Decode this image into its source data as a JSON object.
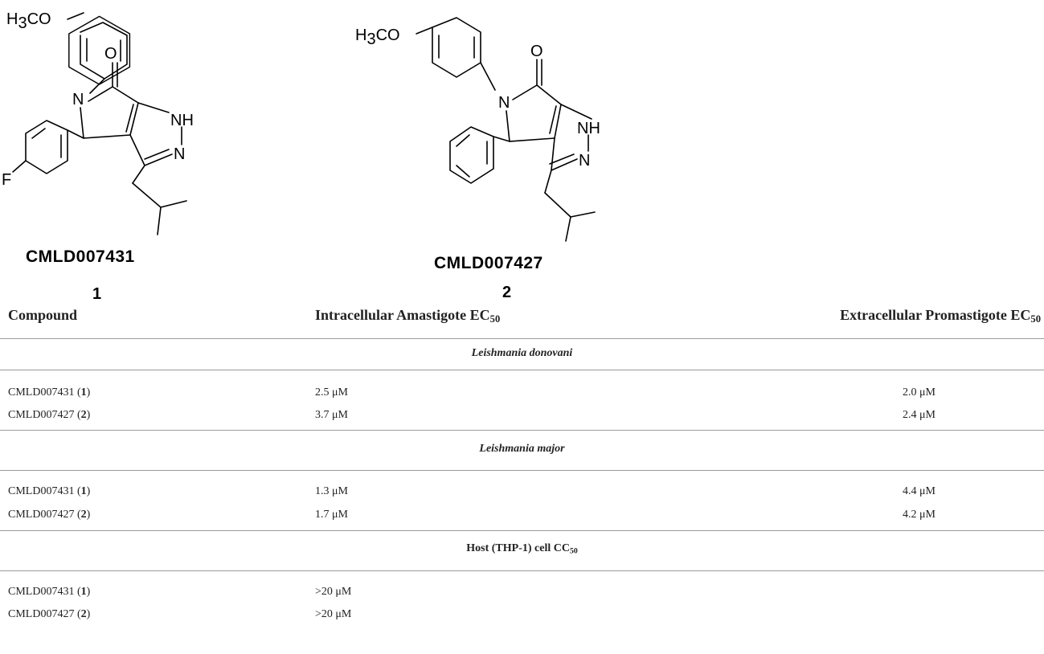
{
  "structures": [
    {
      "name": "CMLD007431",
      "number": "1",
      "methoxy": "H3CO",
      "substituent_atom": "F"
    },
    {
      "name": "CMLD007427",
      "number": "2",
      "methoxy": "H3CO"
    }
  ],
  "atom_labels": {
    "oxygen": "O",
    "nitrogen": "N",
    "nh": "NH",
    "nh_n": "N"
  },
  "table": {
    "headers": {
      "compound": "Compound",
      "amastigote": "Intracellular Amastigote EC",
      "promastigote": "Extracellular Promastigote EC",
      "ec_sub": "50"
    },
    "sections": [
      {
        "title": "Leishmania donovani",
        "rows": [
          {
            "compound": "CMLD007431 (",
            "num": "1",
            "close": ")",
            "amastigote": "2.5 μM",
            "promastigote": "2.0 μM"
          },
          {
            "compound": "CMLD007427 (",
            "num": "2",
            "close": ")",
            "amastigote": "3.7 μM",
            "promastigote": "2.4 μM"
          }
        ]
      },
      {
        "title": "Leishmania major",
        "rows": [
          {
            "compound": "CMLD007431 (",
            "num": "1",
            "close": ")",
            "amastigote": "1.3 μM",
            "promastigote": "4.4 μM"
          },
          {
            "compound": "CMLD007427 (",
            "num": "2",
            "close": ")",
            "amastigote": "1.7 μM",
            "promastigote": "4.2 μM"
          }
        ]
      },
      {
        "title": "Host (THP-1) cell CC",
        "title_sub": "50",
        "rows": [
          {
            "compound": "CMLD007431 (",
            "num": "1",
            "close": ")",
            "amastigote": ">20 μM",
            "promastigote": ""
          },
          {
            "compound": "CMLD007427 (",
            "num": "2",
            "close": ")",
            "amastigote": ">20 μM",
            "promastigote": ""
          }
        ]
      }
    ]
  }
}
